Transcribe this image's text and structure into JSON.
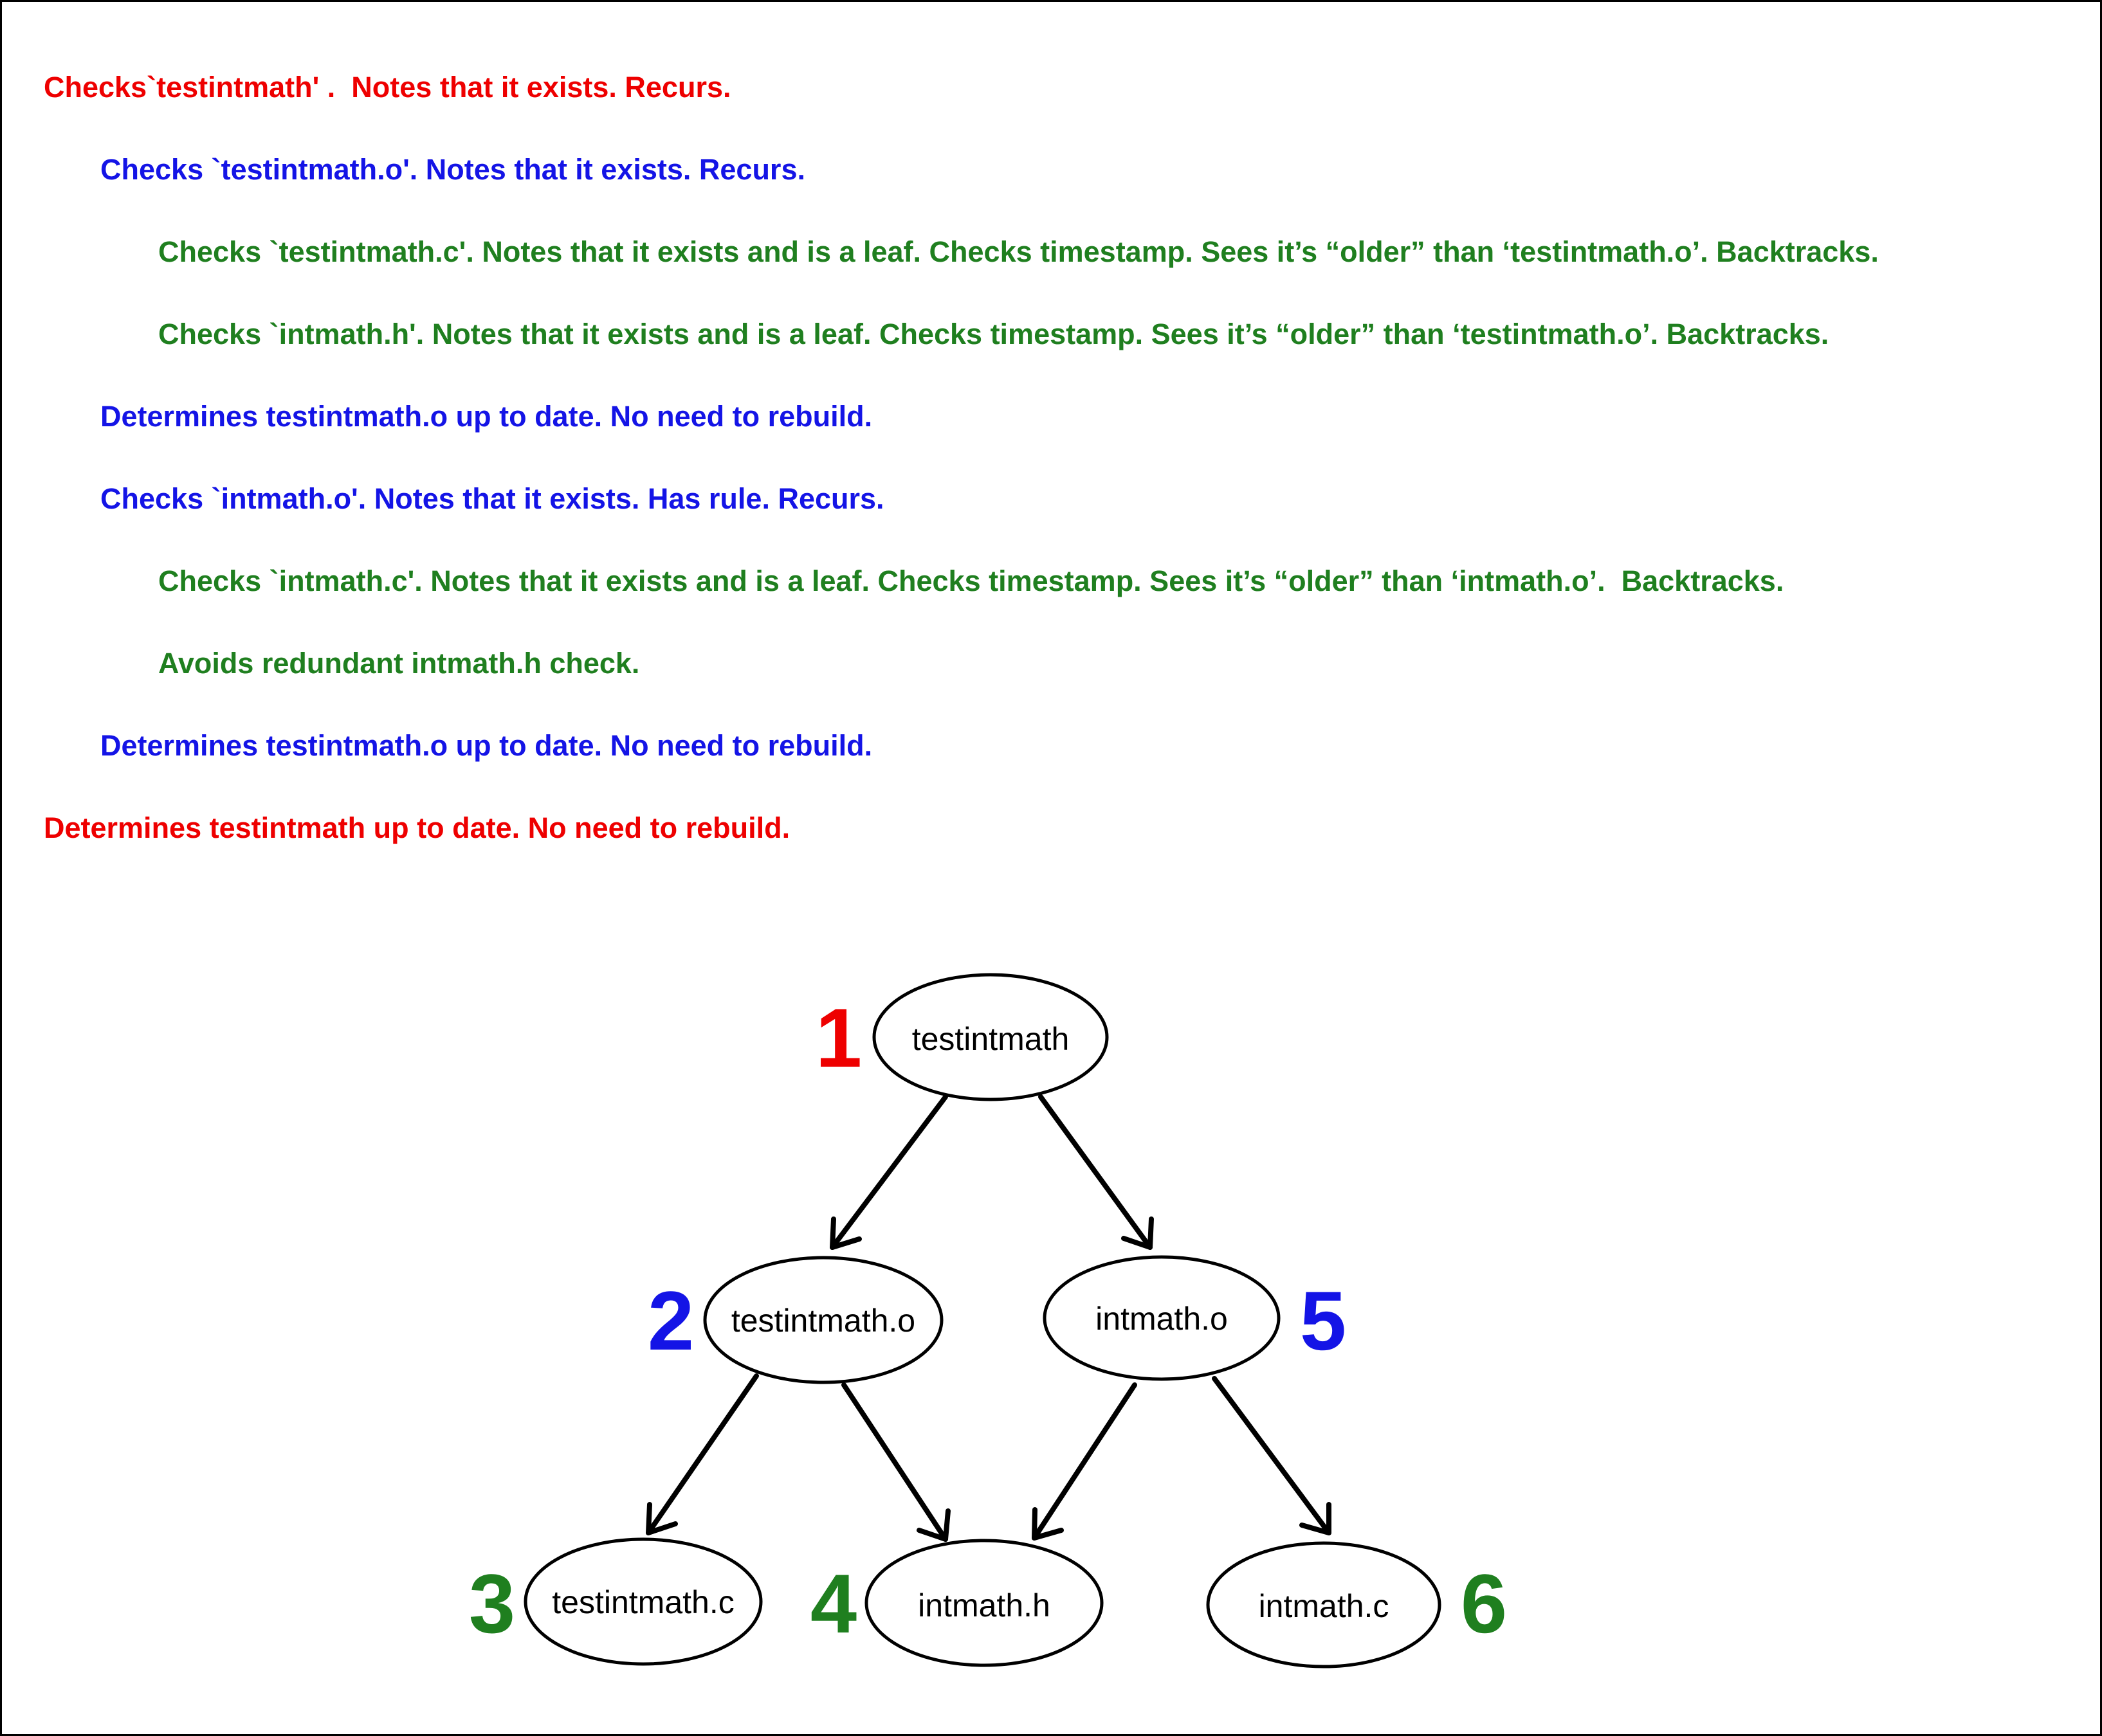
{
  "colors": {
    "level0": "#ee0000",
    "level1": "#1414e6",
    "level2": "#1f7f1f"
  },
  "trace": [
    {
      "text": "Checks`testintmath' .  Notes that it exists. Recurs.",
      "level": 0
    },
    {
      "text": "Checks `testintmath.o'. Notes that it exists. Recurs.",
      "level": 1
    },
    {
      "text": "Checks `testintmath.c'. Notes that it exists and is a leaf. Checks timestamp. Sees it’s “older” than ‘testintmath.o’. Backtracks.",
      "level": 2
    },
    {
      "text": "Checks `intmath.h'. Notes that it exists and is a leaf. Checks timestamp. Sees it’s “older” than ‘testintmath.o’. Backtracks.",
      "level": 2
    },
    {
      "text": "Determines testintmath.o up to date. No need to rebuild.",
      "level": 1
    },
    {
      "text": "Checks `intmath.o'. Notes that it exists. Has rule. Recurs.",
      "level": 1
    },
    {
      "text": "Checks `intmath.c'. Notes that it exists and is a leaf. Checks timestamp. Sees it’s “older” than ‘intmath.o’.  Backtracks.",
      "level": 2
    },
    {
      "text": "Avoids redundant intmath.h check.",
      "level": 2
    },
    {
      "text": "Determines testintmath.o up to date. No need to rebuild.",
      "level": 1
    },
    {
      "text": "Determines testintmath up to date. No need to rebuild.",
      "level": 0
    }
  ],
  "graph": {
    "nodes": [
      {
        "label": "testintmath",
        "order": "1",
        "level": 0
      },
      {
        "label": "testintmath.o",
        "order": "2",
        "level": 1
      },
      {
        "label": "testintmath.c",
        "order": "3",
        "level": 2
      },
      {
        "label": "intmath.h",
        "order": "4",
        "level": 2
      },
      {
        "label": "intmath.o",
        "order": "5",
        "level": 1
      },
      {
        "label": "intmath.c",
        "order": "6",
        "level": 2
      }
    ]
  }
}
